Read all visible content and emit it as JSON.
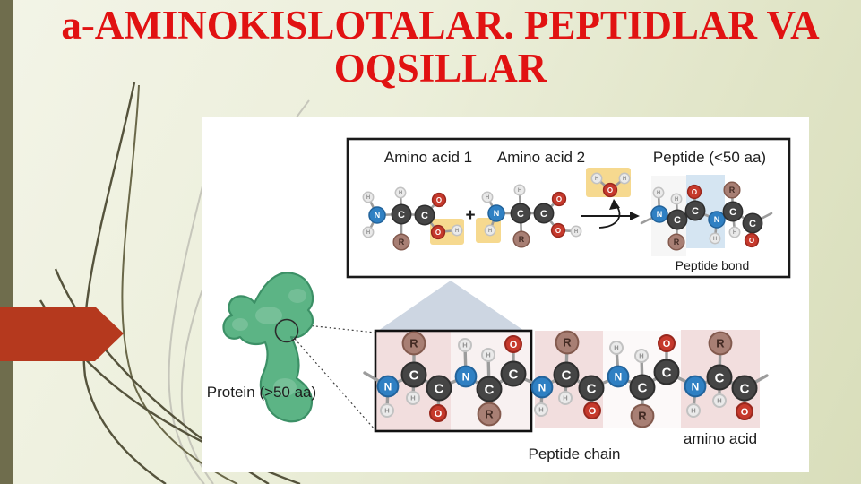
{
  "title": {
    "line1": "a-AMINOKISLOTALAR. PEPTIDLAR VA",
    "line2": "OQSILLAR",
    "color": "#e11212"
  },
  "figure": {
    "labels": {
      "amino_acid_1": "Amino acid 1",
      "amino_acid_2": "Amino acid 2",
      "peptide": "Peptide (<50 aa)",
      "plus": "+",
      "peptide_bond": "Peptide bond",
      "protein": "Protein (>50 aa)",
      "peptide_chain": "Peptide chain",
      "amino_acid": "amino acid"
    },
    "accents": {
      "yellow": "#f6d98f",
      "blue_band": "#d5e5f2",
      "gray_band": "#efefef",
      "pink": "#f2dede",
      "pale_pink": "#f8f1f1",
      "near_white": "#fcf9f9",
      "triangle": "#cdd6e2",
      "protein_fill": "#5cb485",
      "arrow_red": "#b5391e",
      "stripe_olive": "#6f6d4d",
      "bond_gray": "#9c9c9c"
    },
    "atom_colors": {
      "H": {
        "fill": "#eaeaea",
        "stroke": "#c2c2c2",
        "text": "#8f8f8f"
      },
      "C": {
        "fill": "#454545",
        "stroke": "#2e2e2e",
        "text": "#ffffff"
      },
      "N": {
        "fill": "#2f80c3",
        "stroke": "#22639b",
        "text": "#ffffff"
      },
      "O": {
        "fill": "#c6392c",
        "stroke": "#99281e",
        "text": "#ffffff"
      },
      "R": {
        "fill": "#a87f74",
        "stroke": "#835a4e",
        "text": "#432b24"
      }
    },
    "molecules": [
      {
        "id": "amino-acid-1",
        "scale": "sm",
        "atoms": [
          [
            "H",
            411,
            220
          ],
          [
            "N",
            421,
            240
          ],
          [
            "H",
            411,
            259
          ],
          [
            "C",
            448,
            239
          ],
          [
            "H",
            447,
            215
          ],
          [
            "R",
            448,
            270
          ],
          [
            "C",
            474,
            240
          ],
          [
            "O",
            490,
            223
          ],
          [
            "O",
            489,
            259
          ],
          [
            "H",
            510,
            257
          ]
        ],
        "bonds": [
          [
            0,
            1
          ],
          [
            2,
            1
          ],
          [
            1,
            3
          ],
          [
            3,
            4
          ],
          [
            3,
            5
          ],
          [
            3,
            6
          ],
          [
            6,
            7
          ],
          [
            6,
            8
          ],
          [
            8,
            9
          ]
        ],
        "stubs": []
      },
      {
        "id": "amino-acid-2",
        "scale": "sm",
        "atoms": [
          [
            "H",
            544,
            220
          ],
          [
            "N",
            554,
            238
          ],
          [
            "H",
            547,
            257
          ],
          [
            "C",
            581,
            238
          ],
          [
            "H",
            580,
            212
          ],
          [
            "R",
            582,
            267
          ],
          [
            "C",
            607,
            238
          ],
          [
            "O",
            624,
            222
          ],
          [
            "O",
            623,
            257
          ],
          [
            "H",
            643,
            258
          ]
        ],
        "bonds": [
          [
            0,
            1
          ],
          [
            2,
            1
          ],
          [
            1,
            3
          ],
          [
            3,
            4
          ],
          [
            3,
            5
          ],
          [
            3,
            6
          ],
          [
            6,
            7
          ],
          [
            6,
            8
          ],
          [
            8,
            9
          ]
        ],
        "stubs": []
      },
      {
        "id": "water",
        "scale": "sm",
        "atoms": [
          [
            "H",
            666,
            199
          ],
          [
            "O",
            681,
            212
          ],
          [
            "H",
            697,
            199
          ]
        ],
        "bonds": [
          [
            0,
            1
          ],
          [
            2,
            1
          ]
        ],
        "stubs": []
      },
      {
        "id": "peptide",
        "scale": "sm",
        "atoms": [
          [
            "N",
            736,
            239
          ],
          [
            "H",
            735,
            215
          ],
          [
            "C",
            756,
            245
          ],
          [
            "H",
            755,
            222
          ],
          [
            "R",
            755,
            270
          ],
          [
            "C",
            776,
            235
          ],
          [
            "O",
            775,
            214
          ],
          [
            "N",
            800,
            245
          ],
          [
            "H",
            798,
            266
          ],
          [
            "C",
            818,
            236
          ],
          [
            "R",
            817,
            212
          ],
          [
            "H",
            820,
            259
          ],
          [
            "C",
            840,
            249
          ],
          [
            "O",
            839,
            268
          ]
        ],
        "bonds": [
          [
            0,
            1
          ],
          [
            0,
            2
          ],
          [
            2,
            3
          ],
          [
            2,
            4
          ],
          [
            2,
            5
          ],
          [
            5,
            6
          ],
          [
            5,
            7
          ],
          [
            7,
            8
          ],
          [
            7,
            9
          ],
          [
            9,
            10
          ],
          [
            9,
            11
          ],
          [
            9,
            12
          ],
          [
            12,
            13
          ]
        ],
        "stubs": [
          [
            716,
            249,
            0
          ],
          [
            861,
            238,
            12
          ]
        ]
      },
      {
        "id": "peptide-chain",
        "scale": "lg",
        "atoms": [
          [
            "N",
            433,
            431
          ],
          [
            "H",
            432,
            458
          ],
          [
            "C",
            462,
            418
          ],
          [
            "R",
            462,
            383
          ],
          [
            "H",
            461,
            444
          ],
          [
            "C",
            490,
            433
          ],
          [
            "O",
            489,
            461
          ],
          [
            "N",
            520,
            420
          ],
          [
            "H",
            519,
            385
          ],
          [
            "C",
            546,
            434
          ],
          [
            "H",
            545,
            396
          ],
          [
            "R",
            546,
            462
          ],
          [
            "C",
            573,
            417
          ],
          [
            "O",
            573,
            384
          ],
          [
            "N",
            605,
            432
          ],
          [
            "H",
            604,
            457
          ],
          [
            "C",
            632,
            418
          ],
          [
            "R",
            633,
            382
          ],
          [
            "H",
            631,
            444
          ],
          [
            "C",
            660,
            433
          ],
          [
            "O",
            661,
            458
          ],
          [
            "N",
            690,
            420
          ],
          [
            "H",
            688,
            388
          ],
          [
            "C",
            717,
            432
          ],
          [
            "H",
            716,
            397
          ],
          [
            "R",
            717,
            464
          ],
          [
            "C",
            744,
            415
          ],
          [
            "O",
            744,
            383
          ],
          [
            "N",
            776,
            431
          ],
          [
            "H",
            774,
            458
          ],
          [
            "C",
            803,
            421
          ],
          [
            "R",
            804,
            383
          ],
          [
            "H",
            803,
            447
          ],
          [
            "C",
            831,
            433
          ],
          [
            "O",
            831,
            459
          ]
        ],
        "bonds": [
          [
            0,
            1
          ],
          [
            0,
            2
          ],
          [
            2,
            3
          ],
          [
            2,
            4
          ],
          [
            2,
            5
          ],
          [
            5,
            6
          ],
          [
            5,
            7
          ],
          [
            7,
            8
          ],
          [
            7,
            9
          ],
          [
            9,
            10
          ],
          [
            9,
            11
          ],
          [
            9,
            12
          ],
          [
            12,
            13
          ],
          [
            12,
            14
          ],
          [
            14,
            15
          ],
          [
            14,
            16
          ],
          [
            16,
            17
          ],
          [
            16,
            18
          ],
          [
            16,
            19
          ],
          [
            19,
            20
          ],
          [
            19,
            21
          ],
          [
            21,
            22
          ],
          [
            21,
            23
          ],
          [
            23,
            24
          ],
          [
            23,
            25
          ],
          [
            23,
            26
          ],
          [
            26,
            27
          ],
          [
            26,
            28
          ],
          [
            28,
            29
          ],
          [
            28,
            30
          ],
          [
            30,
            31
          ],
          [
            30,
            32
          ],
          [
            30,
            33
          ],
          [
            33,
            34
          ]
        ],
        "stubs": [
          [
            407,
            416,
            0
          ],
          [
            856,
            419,
            33
          ]
        ]
      }
    ]
  }
}
